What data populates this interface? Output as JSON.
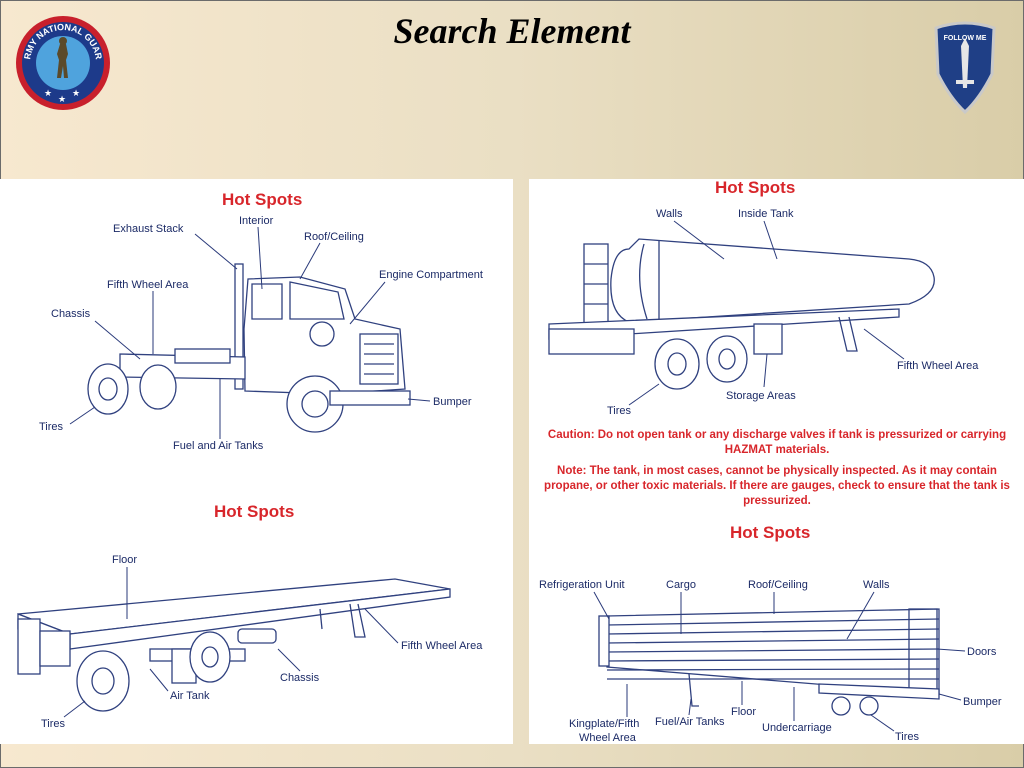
{
  "slide": {
    "title": "Search Element"
  },
  "logos": {
    "left": {
      "text": "ARMY NATIONAL GUARD",
      "icon": "army-national-guard-seal"
    },
    "right": {
      "text": "FOLLOW ME",
      "icon": "infantry-shield-insignia"
    }
  },
  "colors": {
    "hot_spots": "#d8262b",
    "labels": "#1b2a66",
    "background": "#eadfc4"
  },
  "tractor": {
    "heading": "Hot Spots",
    "labels": {
      "exhaust_stack": "Exhaust Stack",
      "interior": "Interior",
      "roof_ceiling": "Roof/Ceiling",
      "fifth_wheel_area": "Fifth Wheel Area",
      "engine_compartment": "Engine Compartment",
      "chassis": "Chassis",
      "tires": "Tires",
      "bumper": "Bumper",
      "fuel_air_tanks": "Fuel and Air Tanks"
    }
  },
  "flatbed": {
    "heading": "Hot Spots",
    "labels": {
      "floor": "Floor",
      "fifth_wheel_area": "Fifth Wheel Area",
      "chassis": "Chassis",
      "air_tank": "Air Tank",
      "tires": "Tires"
    }
  },
  "tanker": {
    "heading": "Hot Spots",
    "labels": {
      "walls": "Walls",
      "inside_tank": "Inside Tank",
      "fifth_wheel_area": "Fifth Wheel Area",
      "storage_areas": "Storage Areas",
      "tires": "Tires"
    },
    "caution": "Caution: Do not open tank or any discharge valves if tank is pressurized or carrying HAZMAT materials.",
    "note": "Note: The tank, in most cases, cannot be physically inspected. As it may contain propane, or other toxic materials.  If there are gauges, check to ensure that the tank is pressurized."
  },
  "reefer": {
    "heading": "Hot Spots",
    "labels": {
      "refrigeration_unit": "Refrigeration Unit",
      "cargo": "Cargo",
      "roof_ceiling": "Roof/Ceiling",
      "walls": "Walls",
      "doors": "Doors",
      "bumper": "Bumper",
      "kingplate_line1": "Kingplate/Fifth",
      "kingplate_line2": "Wheel Area",
      "fuel_air_tanks": "Fuel/Air Tanks",
      "floor": "Floor",
      "undercarriage": "Undercarriage",
      "tires": "Tires"
    }
  }
}
